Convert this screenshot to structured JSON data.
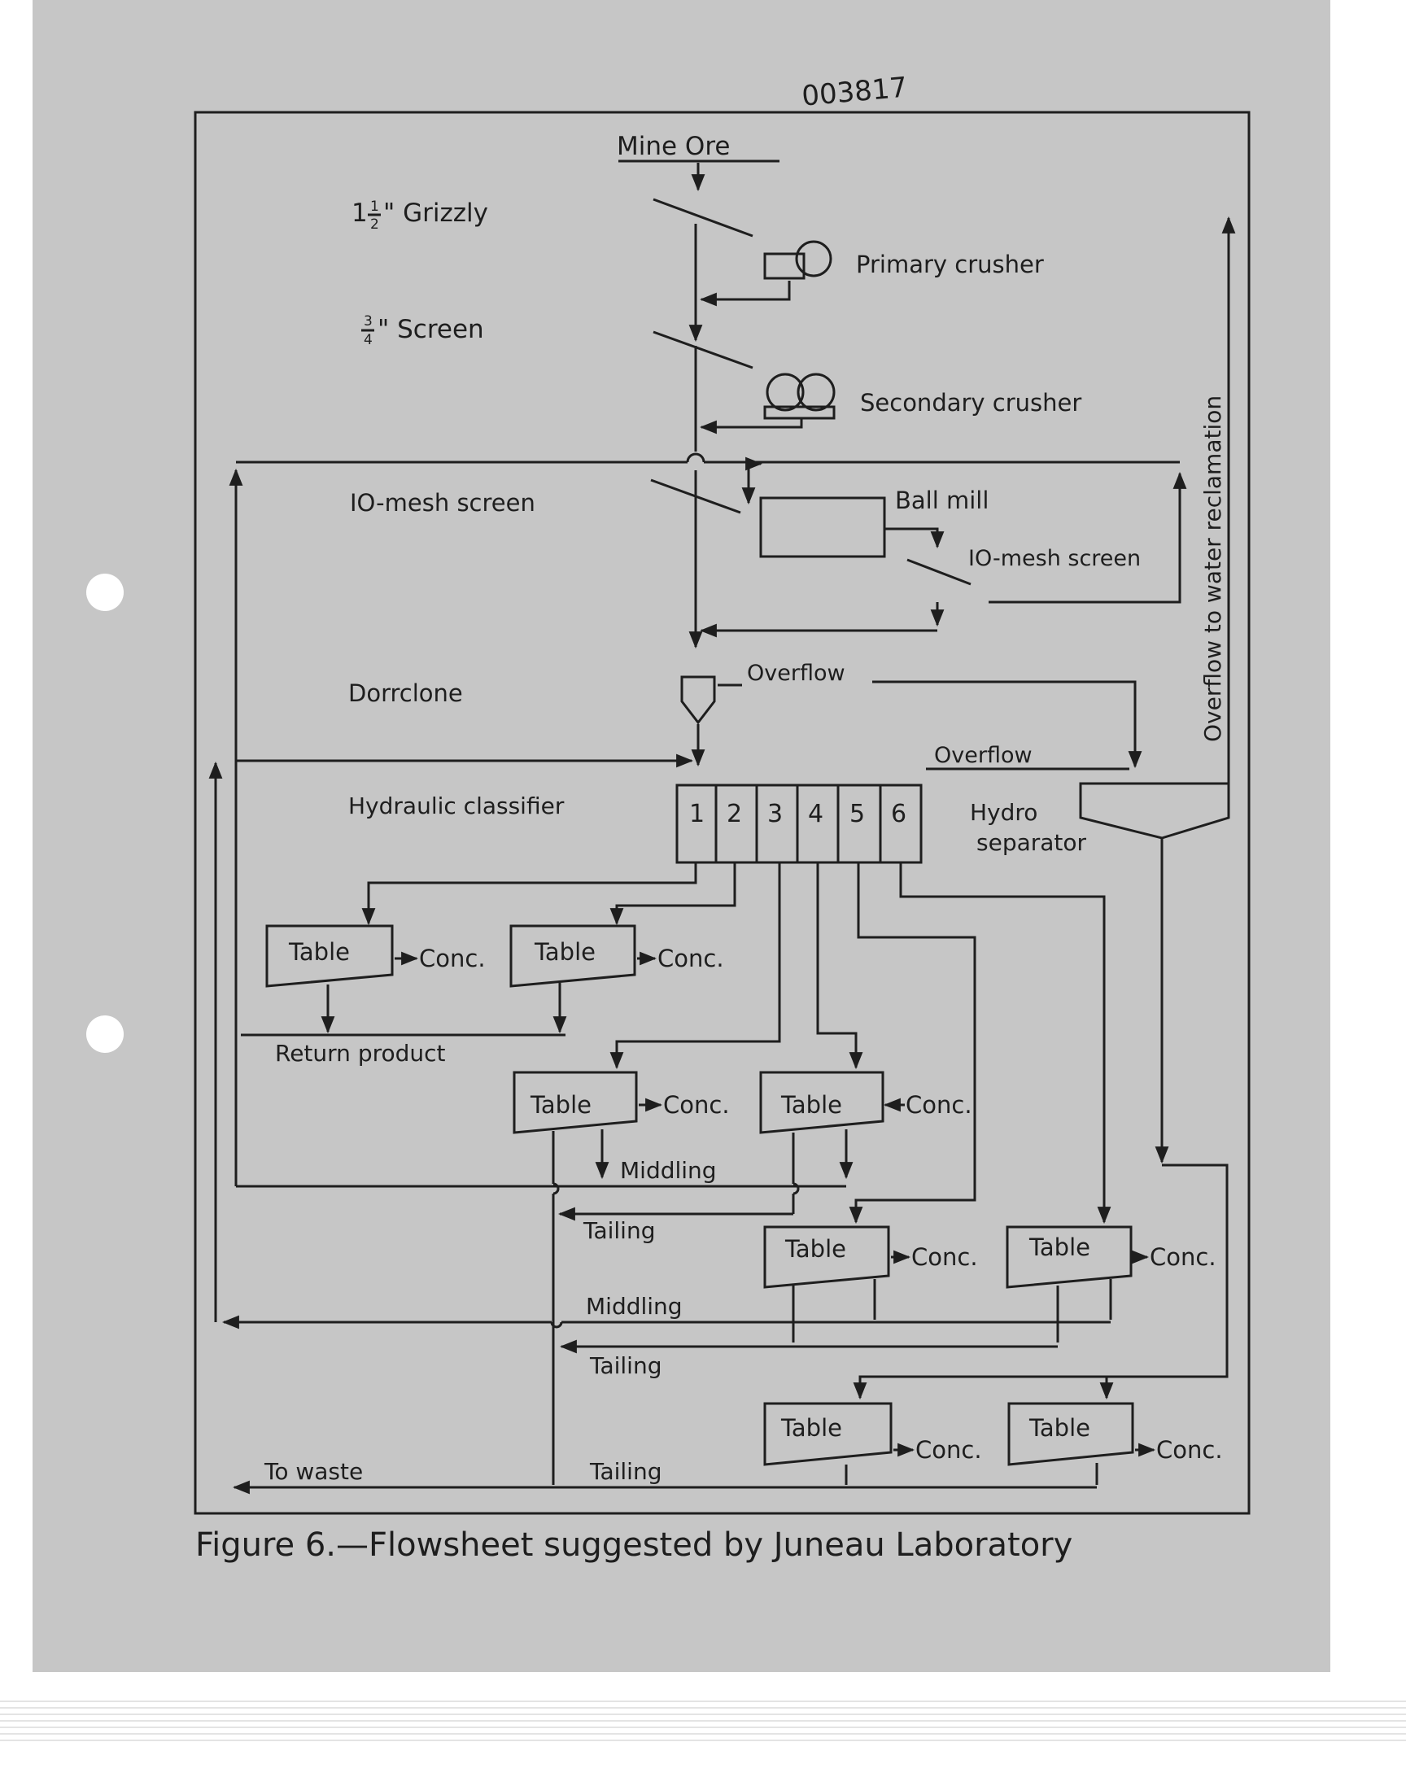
{
  "stamp": "003817",
  "diagram": {
    "source": "Mine  Ore",
    "stages": {
      "grizzly": {
        "whole": "1",
        "num": "1",
        "den": "2",
        "suffix": "\" Grizzly"
      },
      "primary_crusher": "Primary  crusher",
      "screen_3_4": {
        "num": "3",
        "den": "4",
        "suffix": "\" Screen"
      },
      "secondary_crusher": "Secondary  crusher",
      "mesh_screen_1": "IO-mesh screen",
      "ball_mill": "Ball mill",
      "mesh_screen_2": "IO-mesh screen",
      "dorrclone": "Dorrclone",
      "hydraulic_classifier": "Hydraulic  classifier",
      "classifier_cells": [
        "1",
        "2",
        "3",
        "4",
        "5",
        "6"
      ],
      "hydro_separator": [
        "Hydro",
        "separator"
      ],
      "water_reclamation": "Overflow   to   water   reclamation"
    },
    "flow_labels": {
      "overflow_1": "Overflow",
      "overflow_2": "Overflow",
      "return_product": "Return  product",
      "middling_1": "Middling",
      "middling_2": "Middling",
      "tailing_1": "Tailing",
      "tailing_2": "Tailing",
      "tailing_3": "Tailing",
      "to_waste": "To  waste"
    },
    "table_label": "Table",
    "conc_label": "Conc.",
    "caption": "Figure  6.—Flowsheet   suggested  by  Juneau  Laboratory"
  }
}
